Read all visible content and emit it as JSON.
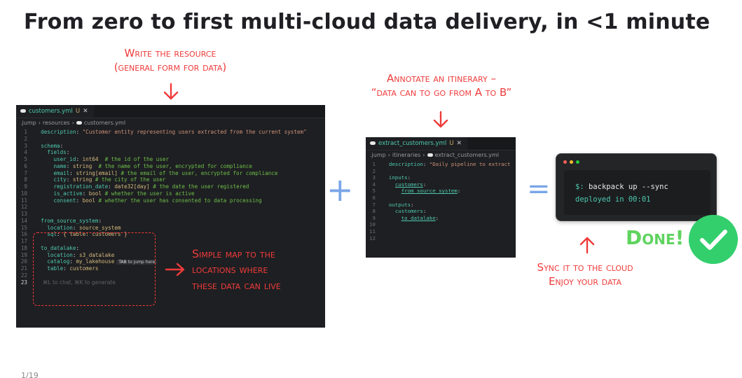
{
  "slide": {
    "title": "From zero to first multi-cloud data delivery, in <1 minute",
    "page_number": "1/19"
  },
  "annotations": {
    "write_resource_line1": "Write the resource",
    "write_resource_line2": "(general form for data)",
    "annotate_line1": "Annotate an itinerary –",
    "annotate_line2": "“data can to go from A to B”",
    "map_line1": "Simple map to the",
    "map_line2": "locations where",
    "map_line3": "these data can live",
    "sync_line1": "Sync it to the cloud",
    "sync_line2": "Enjoy your data",
    "done": "Done!"
  },
  "editor_resource": {
    "tab_label": "customers.yml",
    "tab_modified": "U",
    "tab_close": "✕",
    "breadcrumb": [
      ".jump",
      "resources",
      "customers.yml"
    ],
    "tab_hint_key": "TAB",
    "tab_hint_text": "to jump here",
    "footer_hint": "⌘L to chat, ⌘K to generate",
    "lines": [
      {
        "n": "1",
        "indent": "  ",
        "key": "description",
        "value": "\"Customer entity representing users extracted from the current system\"",
        "vtype": "s",
        "comment": ""
      },
      {
        "n": "2",
        "indent": "",
        "key": "",
        "value": "",
        "vtype": "",
        "comment": ""
      },
      {
        "n": "3",
        "indent": "  ",
        "key": "schema",
        "value": "",
        "vtype": "",
        "comment": ""
      },
      {
        "n": "4",
        "indent": "    ",
        "key": "fields",
        "value": "",
        "vtype": "",
        "comment": ""
      },
      {
        "n": "5",
        "indent": "      ",
        "key": "user_id",
        "value": "int64",
        "vtype": "t",
        "comment": "  # the id of the user"
      },
      {
        "n": "6",
        "indent": "      ",
        "key": "name",
        "value": "string",
        "vtype": "t",
        "comment": "  # the name of the user, encrypted for compliance"
      },
      {
        "n": "7",
        "indent": "      ",
        "key": "email",
        "value": "string[email]",
        "vtype": "t",
        "comment": " # the email of the user, encrypted for compliance"
      },
      {
        "n": "8",
        "indent": "      ",
        "key": "city",
        "value": "string",
        "vtype": "t",
        "comment": " # the city of the user"
      },
      {
        "n": "9",
        "indent": "      ",
        "key": "registration_date",
        "value": "date32[day]",
        "vtype": "t",
        "comment": " # the date the user registered"
      },
      {
        "n": "10",
        "indent": "      ",
        "key": "is_active",
        "value": "bool",
        "vtype": "t",
        "comment": " # whether the user is active"
      },
      {
        "n": "11",
        "indent": "      ",
        "key": "consent",
        "value": "bool",
        "vtype": "t",
        "comment": " # whether the user has consented to data processing"
      },
      {
        "n": "12",
        "indent": "",
        "key": "",
        "value": "",
        "vtype": "",
        "comment": ""
      },
      {
        "n": "13",
        "indent": "",
        "key": "",
        "value": "",
        "vtype": "",
        "comment": ""
      },
      {
        "n": "14",
        "indent": "  ",
        "key": "from_source_system",
        "value": "",
        "vtype": "",
        "comment": ""
      },
      {
        "n": "15",
        "indent": "    ",
        "key": "location",
        "value": "source_system",
        "vtype": "t",
        "comment": ""
      },
      {
        "n": "16",
        "indent": "    ",
        "key": "sql",
        "value": "{ table: customers }",
        "vtype": "t",
        "comment": ""
      },
      {
        "n": "17",
        "indent": "",
        "key": "",
        "value": "",
        "vtype": "",
        "comment": ""
      },
      {
        "n": "18",
        "indent": "  ",
        "key": "to_datalake",
        "value": "",
        "vtype": "",
        "comment": ""
      },
      {
        "n": "19",
        "indent": "    ",
        "key": "location",
        "value": "s3_datalake",
        "vtype": "t",
        "comment": ""
      },
      {
        "n": "20",
        "indent": "    ",
        "key": "catalog",
        "value": "my_lakehouse",
        "vtype": "t",
        "comment": ""
      },
      {
        "n": "21",
        "indent": "    ",
        "key": "table",
        "value": "customers",
        "vtype": "t",
        "comment": ""
      },
      {
        "n": "22",
        "indent": "",
        "key": "",
        "value": "",
        "vtype": "",
        "comment": ""
      }
    ],
    "last_line_number": "23"
  },
  "editor_itinerary": {
    "tab_label": "extract_customers.yml",
    "tab_modified": "U",
    "tab_close": "✕",
    "breadcrumb": [
      ".jump",
      "itineraries",
      "extract_customers.yml"
    ],
    "lines": [
      {
        "n": "1",
        "indent": "  ",
        "key": "description",
        "value": "\"Daily pipeline to extract",
        "vtype": "s",
        "link": false
      },
      {
        "n": "2",
        "indent": "",
        "key": "",
        "value": "",
        "vtype": "",
        "link": false
      },
      {
        "n": "3",
        "indent": "  ",
        "key": "inputs",
        "value": "",
        "vtype": "",
        "link": false
      },
      {
        "n": "4",
        "indent": "    ",
        "key": "customers",
        "value": "",
        "vtype": "",
        "link": true
      },
      {
        "n": "5",
        "indent": "      ",
        "key": "from_source_system",
        "value": "",
        "vtype": "",
        "link": true
      },
      {
        "n": "6",
        "indent": "",
        "key": "",
        "value": "",
        "vtype": "",
        "link": false
      },
      {
        "n": "7",
        "indent": "  ",
        "key": "outputs",
        "value": "",
        "vtype": "",
        "link": false
      },
      {
        "n": "8",
        "indent": "    ",
        "key": "customers",
        "value": "",
        "vtype": "",
        "link": false
      },
      {
        "n": "9",
        "indent": "      ",
        "key": "to_datalake",
        "value": "",
        "vtype": "",
        "link": true
      },
      {
        "n": "10",
        "indent": "",
        "key": "",
        "value": "",
        "vtype": "",
        "link": false
      },
      {
        "n": "11",
        "indent": "",
        "key": "",
        "value": "",
        "vtype": "",
        "link": false
      },
      {
        "n": "12",
        "indent": "",
        "key": "",
        "value": "",
        "vtype": "",
        "link": false
      }
    ]
  },
  "terminal": {
    "prompt": "$:",
    "command": "backpack up --sync",
    "output": "deployed in 00:01",
    "lights": [
      "#ff5f57",
      "#febc2e",
      "#28c840"
    ]
  },
  "operators": {
    "plus": "+",
    "equals": "="
  },
  "colors": {
    "accent_red": "#ef3b3b",
    "operator_blue": "#7aa6e8",
    "done_green": "#5fd35f",
    "check_green": "#33cf6d"
  }
}
